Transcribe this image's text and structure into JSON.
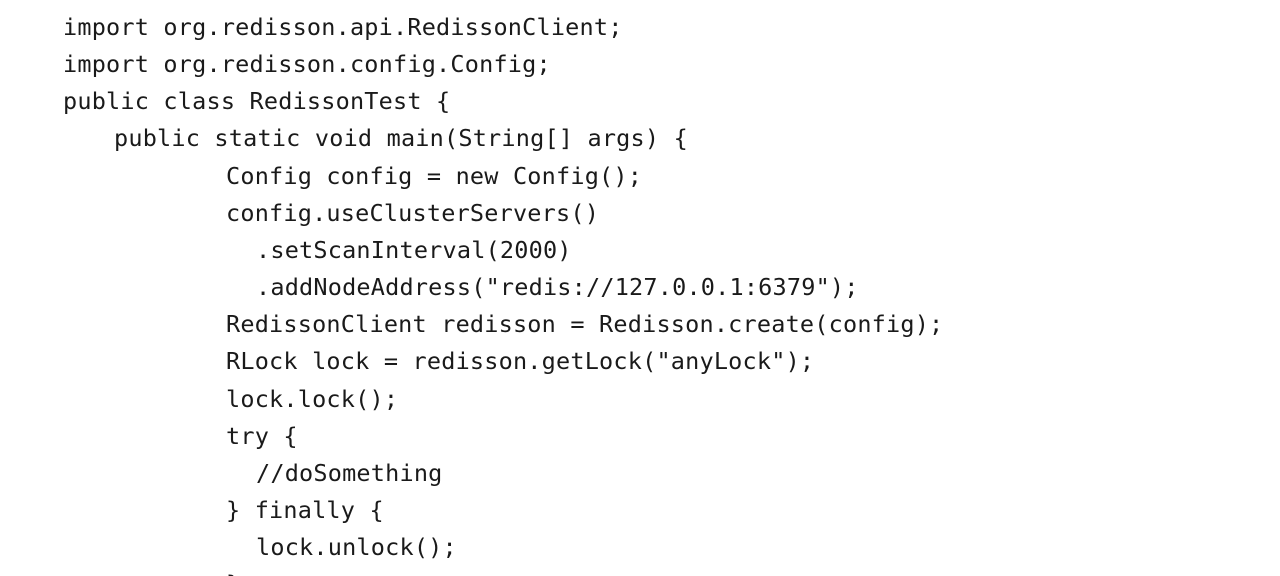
{
  "code": {
    "lines": [
      "import org.redisson.api.RedissonClient;",
      "import org.redisson.config.Config;",
      "public class RedissonTest {",
      "public static void main(String[] args) {",
      "Config config = new Config();",
      "config.useClusterServers()",
      ".setScanInterval(2000)",
      ".addNodeAddress(\"redis://127.0.0.1:6379\");",
      "RedissonClient redisson = Redisson.create(config);",
      "RLock lock = redisson.getLock(\"anyLock\");",
      "lock.lock();",
      "try {",
      "//doSomething",
      "} finally {",
      "lock.unlock();",
      "}"
    ]
  }
}
